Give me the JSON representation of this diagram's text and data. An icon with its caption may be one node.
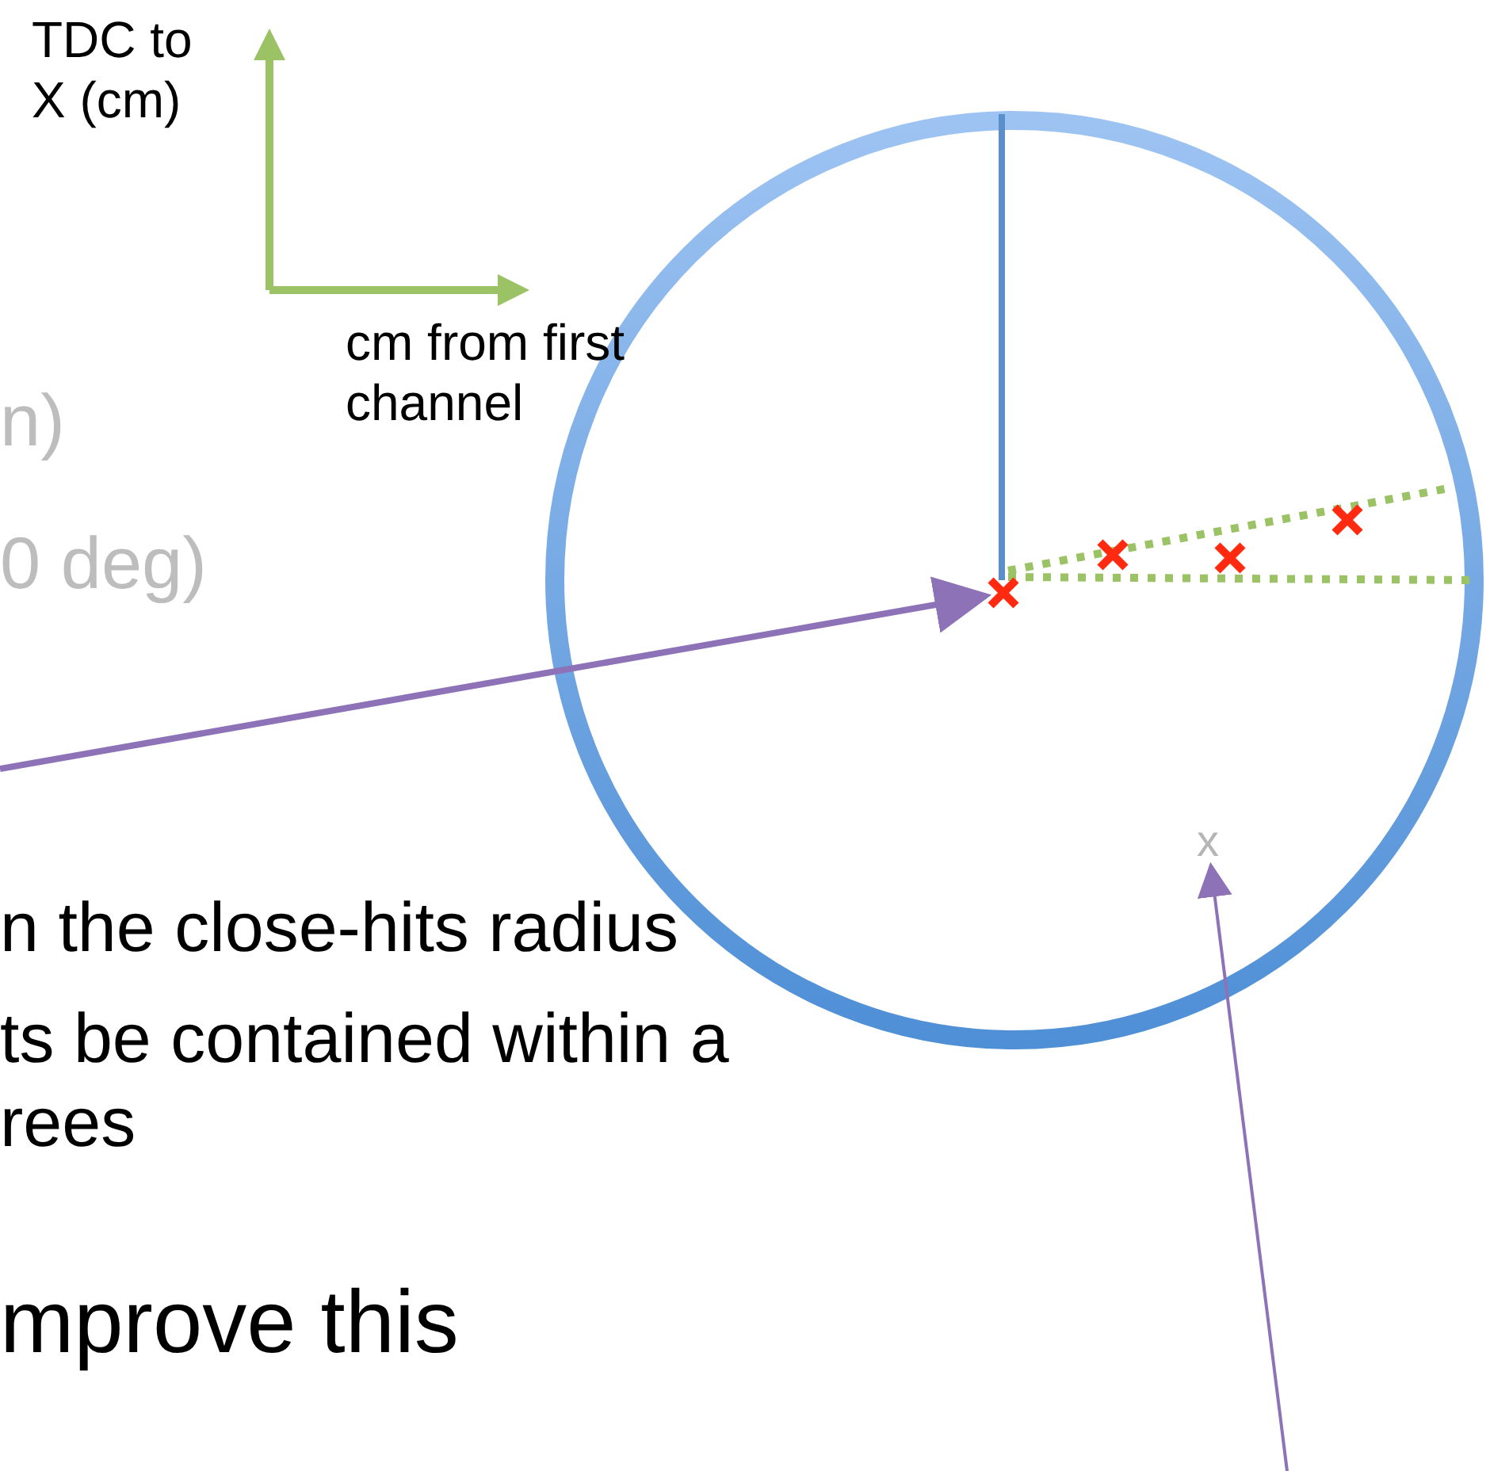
{
  "diagram": {
    "nodes": [
      {
        "text": [],
        "shape": "cross"
      },
      {
        "text": [
          "x"
        ]
      }
    ],
    "edges": [
      {
        "from": null,
        "to": 0,
        "arrow": "to",
        "style": "thick"
      },
      {
        "from": null,
        "to": 1,
        "arrow": "to"
      }
    ],
    "labels": [
      "TDC to X (cm)",
      "cm from first channel",
      "n)",
      "0 deg)",
      "n the close-hits radius",
      "ts be contained within a rees",
      "mprove this"
    ]
  }
}
